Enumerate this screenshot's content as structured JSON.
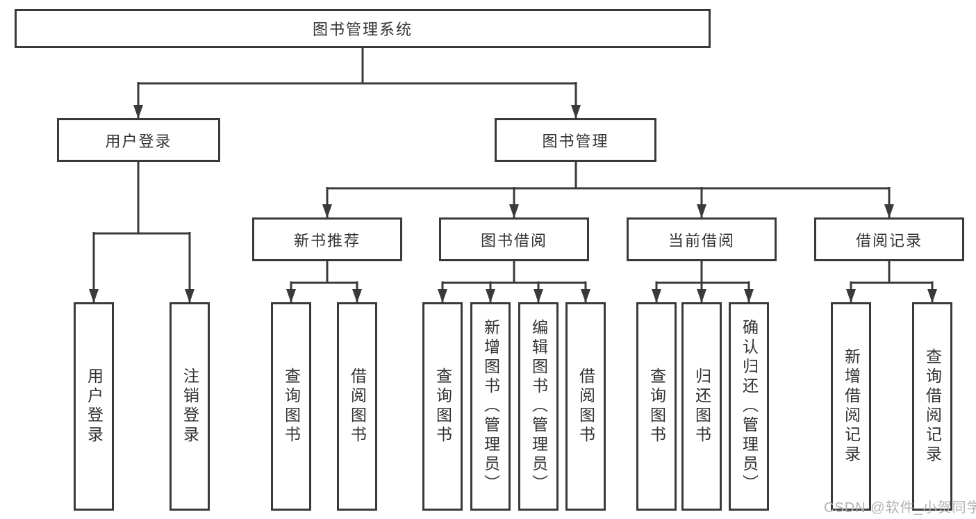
{
  "diagram_title": "图书管理系统",
  "nodes": {
    "root": "图书管理系统",
    "user_login": "用户登录",
    "book_mgmt": "图书管理",
    "new_book_rec": "新书推荐",
    "book_borrow": "图书借阅",
    "current_borrow": "当前借阅",
    "borrow_records": "借阅记录",
    "leaf_user_login": "用户登录",
    "leaf_logout": "注销登录",
    "leaf_query_book_1": "查询图书",
    "leaf_borrow_book_1": "借阅图书",
    "leaf_query_book_2": "查询图书",
    "leaf_add_book": "新增图书（管理员）",
    "leaf_edit_book": "编辑图书（管理员）",
    "leaf_borrow_book_2": "借阅图书",
    "leaf_query_book_3": "查询图书",
    "leaf_return_book": "归还图书",
    "leaf_confirm_return": "确认归还（管理员）",
    "leaf_add_borrow_record": "新增借阅记录",
    "leaf_query_borrow_record": "查询借阅记录"
  },
  "hierarchy": {
    "图书管理系统": {
      "用户登录": [
        "用户登录",
        "注销登录"
      ],
      "图书管理": {
        "新书推荐": [
          "查询图书",
          "借阅图书"
        ],
        "图书借阅": [
          "查询图书",
          "新增图书（管理员）",
          "编辑图书（管理员）",
          "借阅图书"
        ],
        "当前借阅": [
          "查询图书",
          "归还图书",
          "确认归还（管理员）"
        ],
        "借阅记录": [
          "新增借阅记录",
          "查询借阅记录"
        ]
      }
    }
  },
  "watermark": "CSDN @软件_小贺同学",
  "colors": {
    "line": "#3a3a3a",
    "text": "#333333",
    "background": "#ffffff",
    "watermark": "#b3b3b3"
  }
}
